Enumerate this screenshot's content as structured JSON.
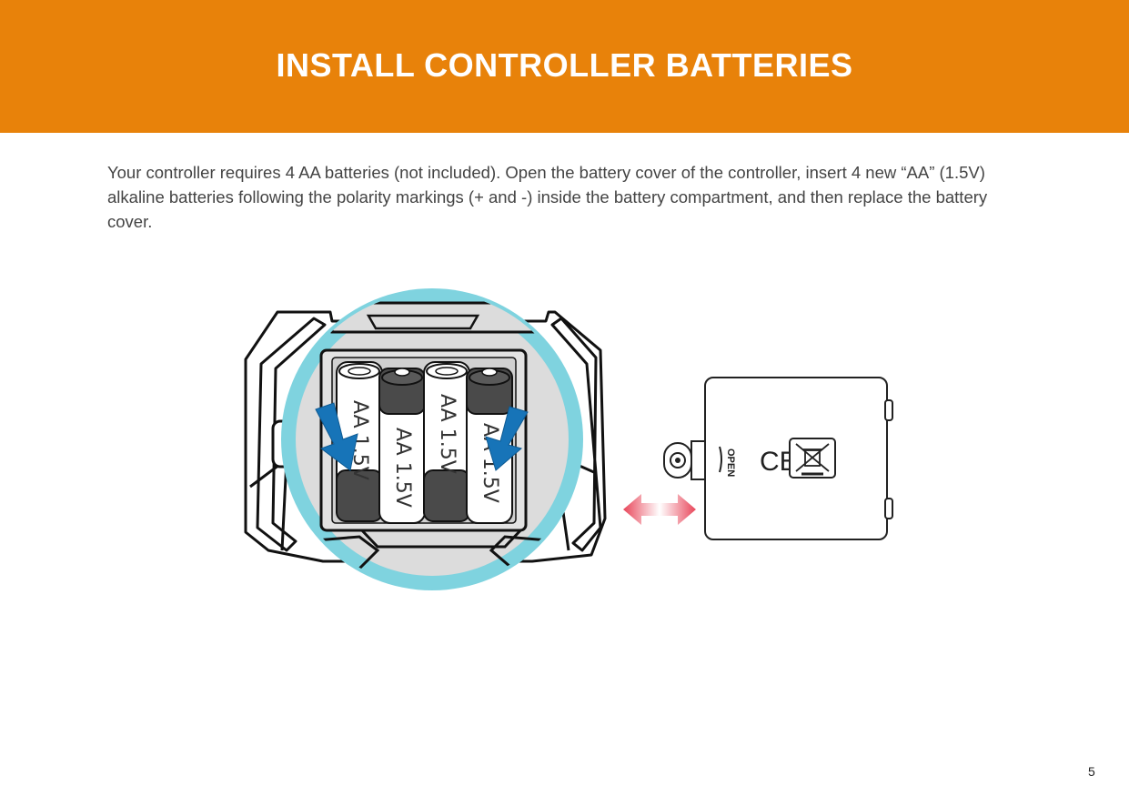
{
  "header": {
    "title": "INSTALL CONTROLLER BATTERIES"
  },
  "body": {
    "instructions": "Your controller requires 4 AA batteries (not included). Open the battery cover of the controller, insert 4 new “AA” (1.5V) alkaline batteries following the polarity markings (+ and -) inside the battery compartment, and then replace the battery cover."
  },
  "illustration": {
    "battery_labels": [
      "AA 1.5V",
      "AA 1.5V",
      "AA 1.5V",
      "AA 1.5V"
    ],
    "cover_open_label": "OPEN",
    "ce_mark": "CE",
    "colors": {
      "banner": "#E8820A",
      "highlight_circle": "#7FD3DF",
      "insert_arrow": "#1774B8",
      "slide_arrow": "#E8465A"
    },
    "icons": [
      "insert-arrow-icon",
      "slide-arrow-icon",
      "weee-bin-icon"
    ]
  },
  "footer": {
    "page_number": "5"
  }
}
